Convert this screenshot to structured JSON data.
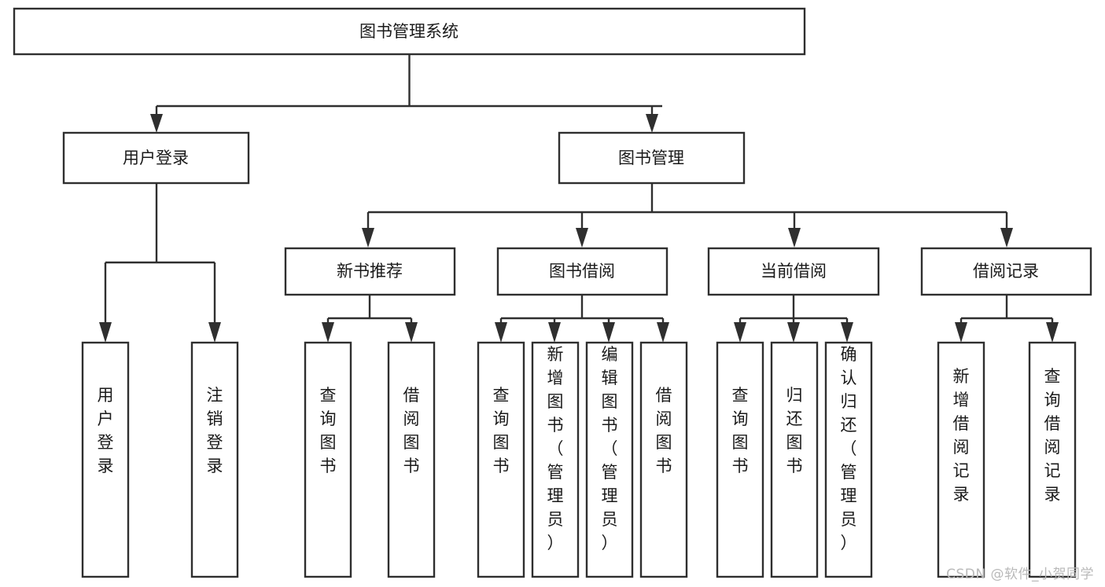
{
  "diagram": {
    "type": "tree-hierarchy-chart",
    "title": "图书管理系统",
    "watermark": "CSDN @软件_小贺同学",
    "colors": {
      "stroke": "#2f2f2f",
      "fill": "#ffffff",
      "text": "#1a1a1a",
      "watermark": "#b9b9b9"
    },
    "levels": {
      "root": {
        "label": "图书管理系统"
      },
      "level2": [
        {
          "label": "用户登录"
        },
        {
          "label": "图书管理"
        }
      ],
      "level3": [
        {
          "label": "新书推荐"
        },
        {
          "label": "图书借阅"
        },
        {
          "label": "当前借阅"
        },
        {
          "label": "借阅记录"
        }
      ],
      "leaves": [
        {
          "label": "用户登录",
          "parent": "用户登录"
        },
        {
          "label": "注销登录",
          "parent": "用户登录"
        },
        {
          "label": "查询图书",
          "parent": "新书推荐"
        },
        {
          "label": "借阅图书",
          "parent": "新书推荐"
        },
        {
          "label": "查询图书",
          "parent": "图书借阅"
        },
        {
          "label": "新增图书（管理员）",
          "parent": "图书借阅"
        },
        {
          "label": "编辑图书（管理员）",
          "parent": "图书借阅"
        },
        {
          "label": "借阅图书",
          "parent": "图书借阅"
        },
        {
          "label": "查询图书",
          "parent": "当前借阅"
        },
        {
          "label": "归还图书",
          "parent": "当前借阅"
        },
        {
          "label": "确认归还（管理员）",
          "parent": "当前借阅"
        },
        {
          "label": "新增借阅记录",
          "parent": "借阅记录"
        },
        {
          "label": "查询借阅记录",
          "parent": "借阅记录"
        }
      ]
    }
  }
}
